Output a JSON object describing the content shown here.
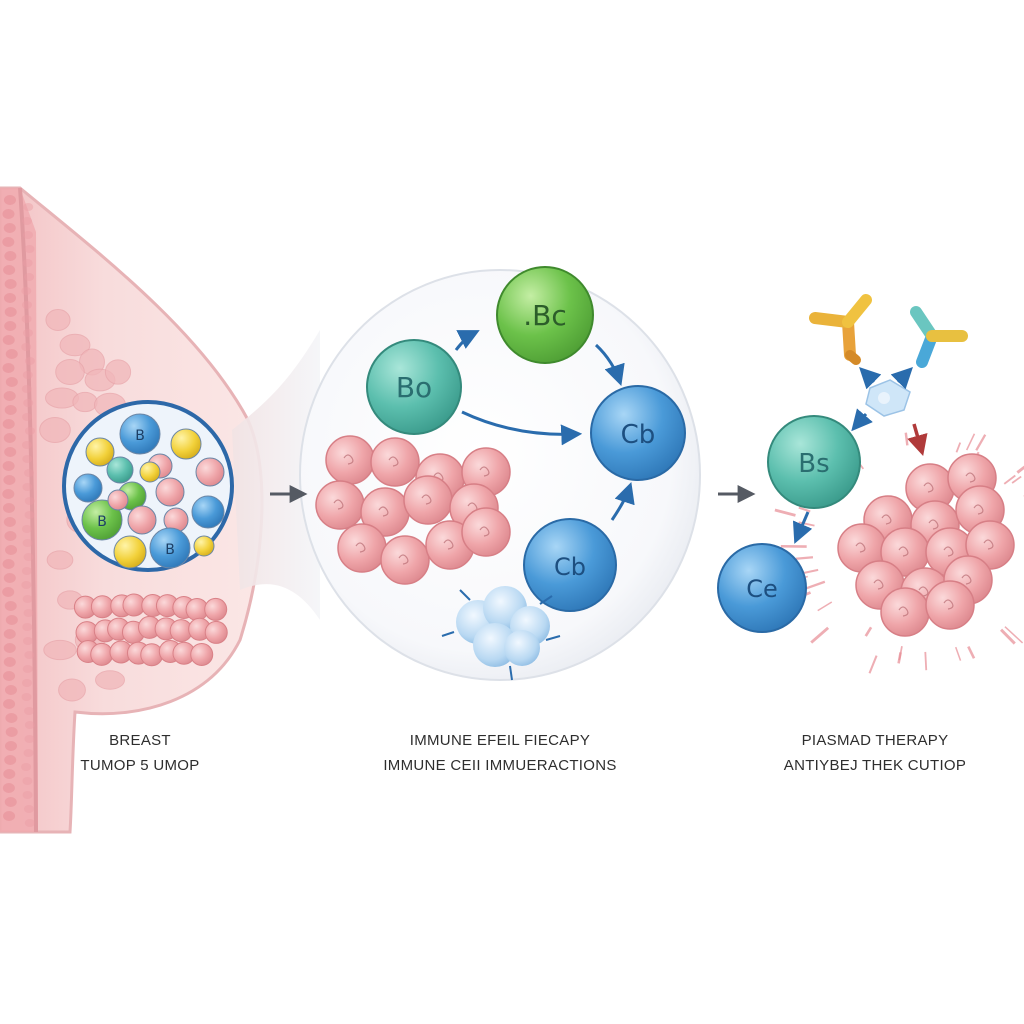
{
  "panels": {
    "breast": {
      "caption_line1": "BREAST",
      "caption_line2": "TUMOP 5 UMOP",
      "inset_labels": [
        "B",
        "B",
        "B"
      ]
    },
    "immune": {
      "caption_line1": "IMMUNE EFEIL FIECAPY",
      "caption_line2": "IMMUNE CEII IMMUERACTIONS",
      "cells": {
        "green": ".Bc",
        "teal": "Bo",
        "blue_right": "Cb",
        "blue_bottom": "Cb"
      }
    },
    "plasma": {
      "caption_line1": "PIASMAd THERAPY",
      "caption_line2": "ANTIYBEJ THEK CUTIOP",
      "cells": {
        "teal": "Bs",
        "blue": "Ce"
      }
    }
  },
  "colors": {
    "tissue": "#f6d3d3",
    "tumor_cell": "#eea2a6",
    "cell_blue": "#4a9ad8",
    "cell_teal": "#5cbfae",
    "cell_green": "#6cc24a",
    "arrow_blue": "#2a6cad",
    "arrow_gray": "#555a63",
    "arrow_red": "#b03a3a"
  }
}
